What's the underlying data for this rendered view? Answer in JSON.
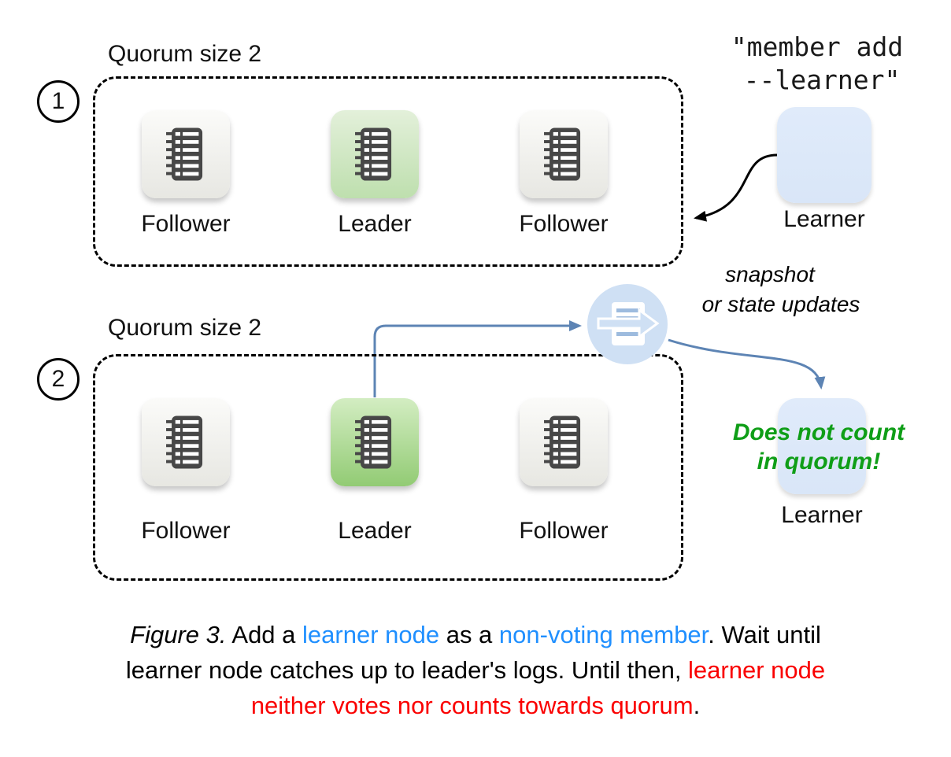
{
  "colors": {
    "blue_text": "#1f8fff",
    "red_text": "#fa0000",
    "green_text": "#0f9e17",
    "arrow_blue": "#5d84b4",
    "learner_fill": "#d9e6f8",
    "leader_light": "#bedfae",
    "leader_dark": "#92cb74",
    "follower_fill": "#e7e7e2",
    "node_icon_dark": "#474747",
    "transfer_circle_fill": "#cfe0f4"
  },
  "icons": {
    "node_icon": "log-notebook-icon",
    "transfer_icon": "snapshot-transfer-icon"
  },
  "sections": {
    "one": {
      "badge": "1",
      "quorum_label": "Quorum size 2",
      "nodes": [
        {
          "label": "Follower"
        },
        {
          "label": "Leader"
        },
        {
          "label": "Follower"
        }
      ],
      "command": {
        "line1": "\"member add",
        "line2": "--learner\""
      },
      "learner_label": "Learner"
    },
    "two": {
      "badge": "2",
      "quorum_label": "Quorum size 2",
      "nodes": [
        {
          "label": "Follower"
        },
        {
          "label": "Leader"
        },
        {
          "label": "Follower"
        }
      ],
      "transfer": {
        "line1": "snapshot",
        "line2": "or state updates"
      },
      "note": {
        "line1": "Does not count",
        "line2": "in quorum!"
      },
      "learner_label": "Learner"
    }
  },
  "caption": {
    "lines": [
      [
        {
          "t": "Figure 3.",
          "s": "italic"
        },
        {
          "t": " Add a ",
          "s": ""
        },
        {
          "t": "learner node",
          "s": "blue"
        },
        {
          "t": " as a ",
          "s": ""
        },
        {
          "t": "non-voting member",
          "s": "blue"
        },
        {
          "t": ". Wait until",
          "s": ""
        }
      ],
      [
        {
          "t": "learner node catches up to leader's logs. Until then, ",
          "s": ""
        },
        {
          "t": "learner node",
          "s": "red"
        }
      ],
      [
        {
          "t": "neither votes nor counts towards quorum",
          "s": "red"
        },
        {
          "t": ".",
          "s": ""
        }
      ]
    ]
  }
}
